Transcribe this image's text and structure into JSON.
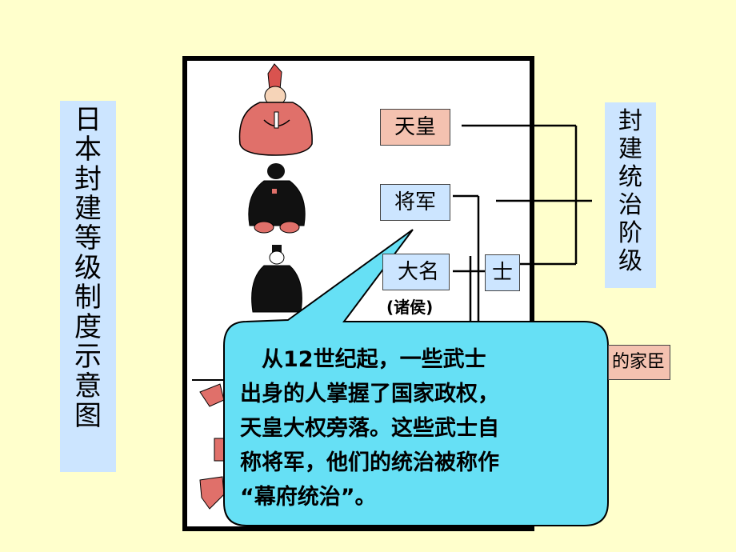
{
  "left_title": [
    "日",
    "本",
    "封",
    "建",
    "等",
    "级",
    "制",
    "度",
    "示",
    "意",
    "图"
  ],
  "right_title": [
    "封",
    "建",
    "统",
    "治",
    "阶",
    "级"
  ],
  "labels": {
    "emperor": "天皇",
    "shogun": "将军",
    "daimyo": "大名",
    "zhuhou": "(诸侯)",
    "shi": "士",
    "retainer": "的家臣"
  },
  "callout": [
    "　从12世纪起，一些武士",
    "出身的人掌握了国家政权，",
    "天皇大权旁落。这些武士自",
    "称将军，他们的统治被称作",
    "“幕府统治”。"
  ],
  "colors": {
    "background": "#ffffcc",
    "box_blue": "#cce5ff",
    "box_pink": "#f4c2b0",
    "bubble": "#66e0f5"
  }
}
